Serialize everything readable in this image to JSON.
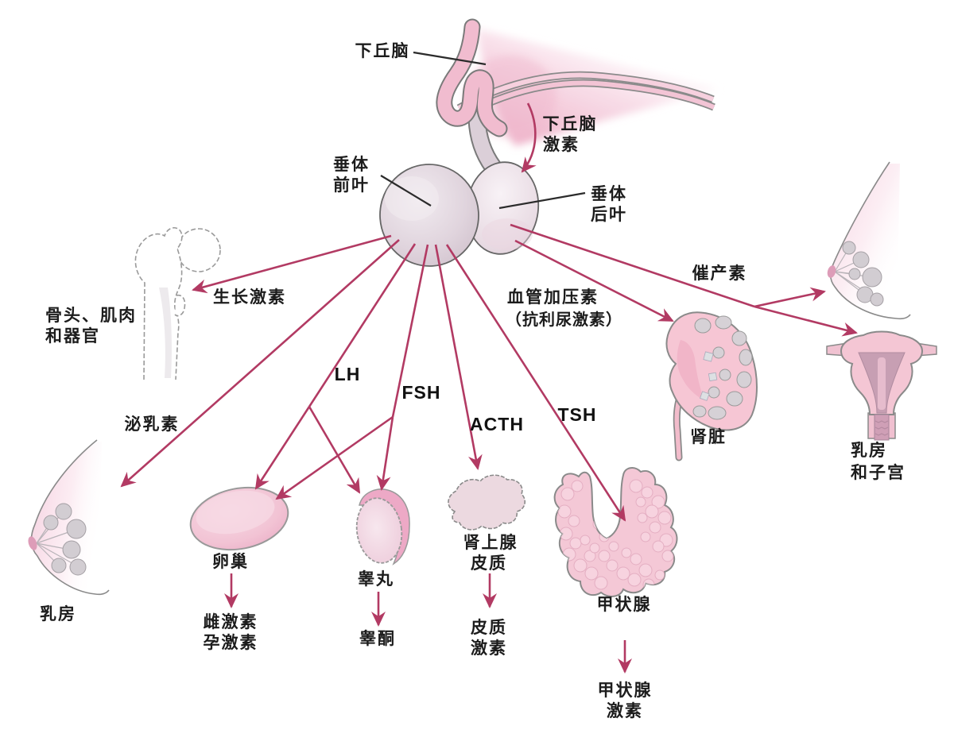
{
  "figure": {
    "description_note": "",
    "colors": {
      "arrow": "#b23a63",
      "pointer_line": "#2b2b2b",
      "text": "#1c1c1c",
      "organ_pink": "#f4c6d4",
      "organ_pink_dark": "#efb9cc",
      "gland_gray": "#d8cbd4",
      "outline_gray": "#8a8a8a",
      "background": "#ffffff"
    },
    "organs": [
      "brain-hypothalamus",
      "pituitary-anterior-lobe",
      "pituitary-posterior-lobe",
      "femur-bone",
      "breast-left",
      "ovary",
      "testis",
      "adrenal-cortex",
      "thyroid",
      "kidney",
      "breast-right",
      "uterus"
    ]
  },
  "labels": {
    "hypothalamus": "下丘脑",
    "hypothalamic_hormones": {
      "line1": "下丘脑",
      "line2": "激素"
    },
    "anterior_pituitary": {
      "line1": "垂体",
      "line2": "前叶"
    },
    "posterior_pituitary": {
      "line1": "垂体",
      "line2": "后叶"
    },
    "growth_hormone": "生长激素",
    "bones_muscles_organs": {
      "line1": "骨头、肌肉",
      "line2": "和器官"
    },
    "prolactin": "泌乳素",
    "breast_left": "乳房",
    "lh": "LH",
    "fsh": "FSH",
    "acth": "ACTH",
    "tsh": "TSH",
    "vasopressin": {
      "line1": "血管加压素",
      "line2": "（抗利尿激素）"
    },
    "oxytocin": "催产素",
    "kidney": "肾脏",
    "ovary": "卵巢",
    "testis": "睾丸",
    "adrenal_cortex": {
      "line1": "肾上腺",
      "line2": "皮质"
    },
    "thyroid": "甲状腺",
    "estrogen_progesterone": {
      "line1": "雌激素",
      "line2": "孕激素"
    },
    "testosterone": "睾酮",
    "cortical_hormones": {
      "line1": "皮质",
      "line2": "激素"
    },
    "thyroid_hormones": {
      "line1": "甲状腺",
      "line2": "激素"
    },
    "breast_and_uterus": {
      "line1": "乳房",
      "line2": "和子宫"
    }
  }
}
